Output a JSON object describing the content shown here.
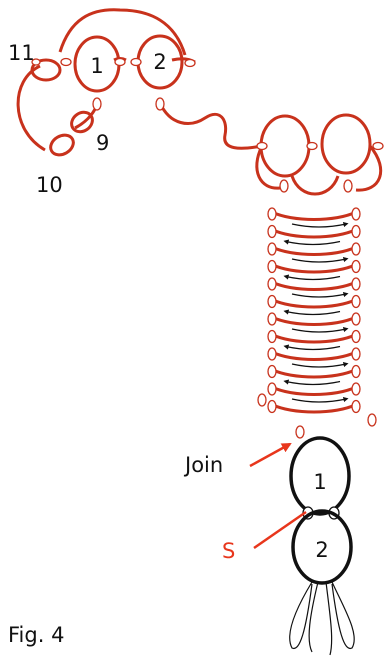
{
  "labels": {
    "n11": "11",
    "n10": "10",
    "n9": "9",
    "ring1_top": "1",
    "ring2_top": "2",
    "join": "Join",
    "ring1_bottom": "1",
    "s": "S",
    "ring2_bottom": "2",
    "figure": "Fig. 4"
  },
  "colors": {
    "red_thread": "#c8321c",
    "black_thread": "#111111",
    "red_label": "#e8361c"
  }
}
